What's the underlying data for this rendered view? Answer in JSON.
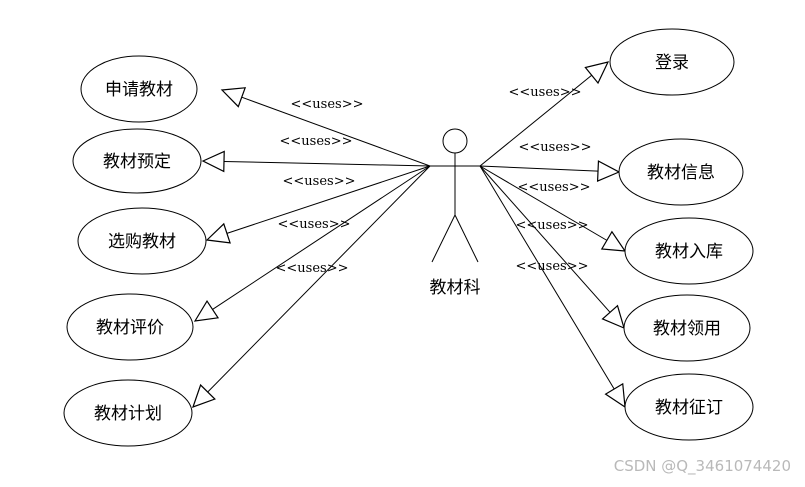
{
  "actor": {
    "label": "教材科"
  },
  "left_use_cases": [
    {
      "label": "申请教材",
      "stereotype": "<<uses>>"
    },
    {
      "label": "教材预定",
      "stereotype": "<<uses>>"
    },
    {
      "label": "选购教材",
      "stereotype": "<<uses>>"
    },
    {
      "label": "教材评价",
      "stereotype": "<<uses>>"
    },
    {
      "label": "教材计划",
      "stereotype": "<<uses>>"
    }
  ],
  "right_use_cases": [
    {
      "label": "登录",
      "stereotype": "<<uses>>"
    },
    {
      "label": "教材信息",
      "stereotype": "<<uses>>"
    },
    {
      "label": "教材入库",
      "stereotype": "<<uses>>"
    },
    {
      "label": "教材领用",
      "stereotype": "<<uses>>"
    },
    {
      "label": "教材征订",
      "stereotype": "<<uses>>"
    }
  ],
  "watermark": "CSDN @Q_3461074420"
}
